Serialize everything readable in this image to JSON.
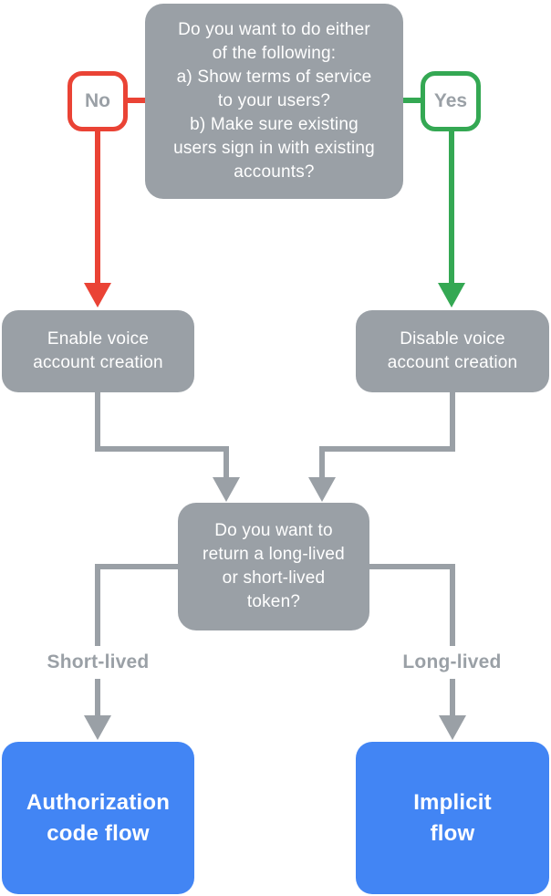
{
  "colors": {
    "node_gray": "#9AA0A6",
    "branch_red": "#EA4335",
    "branch_green": "#34A853",
    "outcome_blue": "#4285F4",
    "label_gray": "#9AA0A6",
    "text_white": "#FFFFFF",
    "bg_white": "#FFFFFF"
  },
  "nodes": {
    "question_terms": {
      "text": "Do you want to do either\nof the following:\na) Show terms of service\nto your users?\nb) Make sure existing\nusers sign in with existing\naccounts?"
    },
    "enable_voice": {
      "text": "Enable voice\naccount creation"
    },
    "disable_voice": {
      "text": "Disable voice\naccount creation"
    },
    "question_token": {
      "text": "Do you want to\nreturn a long-lived\nor short-lived\ntoken?"
    },
    "authorization_code_flow": {
      "text": "Authorization\ncode flow"
    },
    "implicit_flow": {
      "text": "Implicit\nflow"
    }
  },
  "edges": {
    "no": {
      "label": "No"
    },
    "yes": {
      "label": "Yes"
    },
    "short_lived": {
      "label": "Short-lived"
    },
    "long_lived": {
      "label": "Long-lived"
    }
  }
}
